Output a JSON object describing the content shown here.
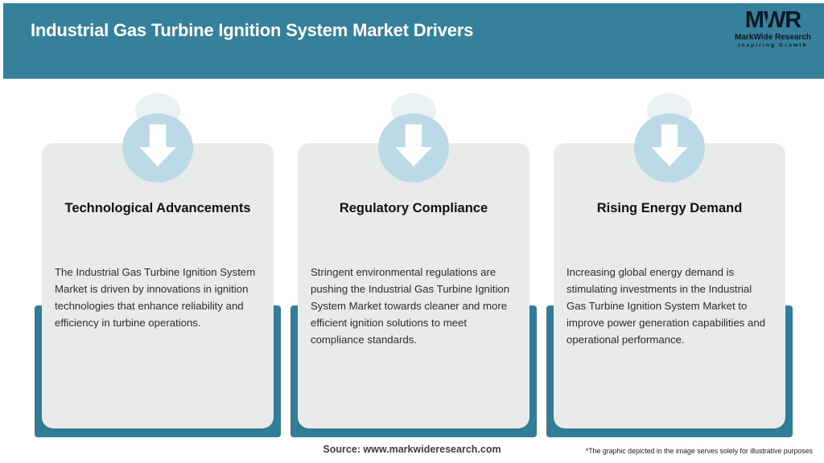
{
  "header": {
    "title": "Industrial Gas Turbine Ignition System Market Drivers"
  },
  "logo": {
    "acronym": "MWR",
    "name": "MarkWide Research",
    "tagline": "Inspiring Growth"
  },
  "cards": [
    {
      "title": "Technological Advancements",
      "body": "The Industrial Gas Turbine Ignition System Market is driven by innovations in ignition technologies that enhance reliability and efficiency in turbine operations."
    },
    {
      "title": "Regulatory Compliance",
      "body": "Stringent environmental regulations are pushing the Industrial Gas Turbine Ignition System Market towards cleaner and more efficient ignition solutions to meet compliance standards."
    },
    {
      "title": "Rising Energy Demand",
      "body": "Increasing global energy demand is stimulating investments in the Industrial Gas Turbine Ignition System Market to improve power generation capabilities and operational performance."
    }
  ],
  "footer": {
    "source": "Source: www.markwideresearch.com",
    "disclaimer": "*The graphic depicted in the image serves solely for illustrative purposes"
  },
  "colors": {
    "header_teal": "#35819B",
    "backing_teal": "#327C96",
    "icon_circle_blue": "#BCDAE6",
    "card_background": "#E9EBEB",
    "arrow": "#FFFFFF"
  }
}
